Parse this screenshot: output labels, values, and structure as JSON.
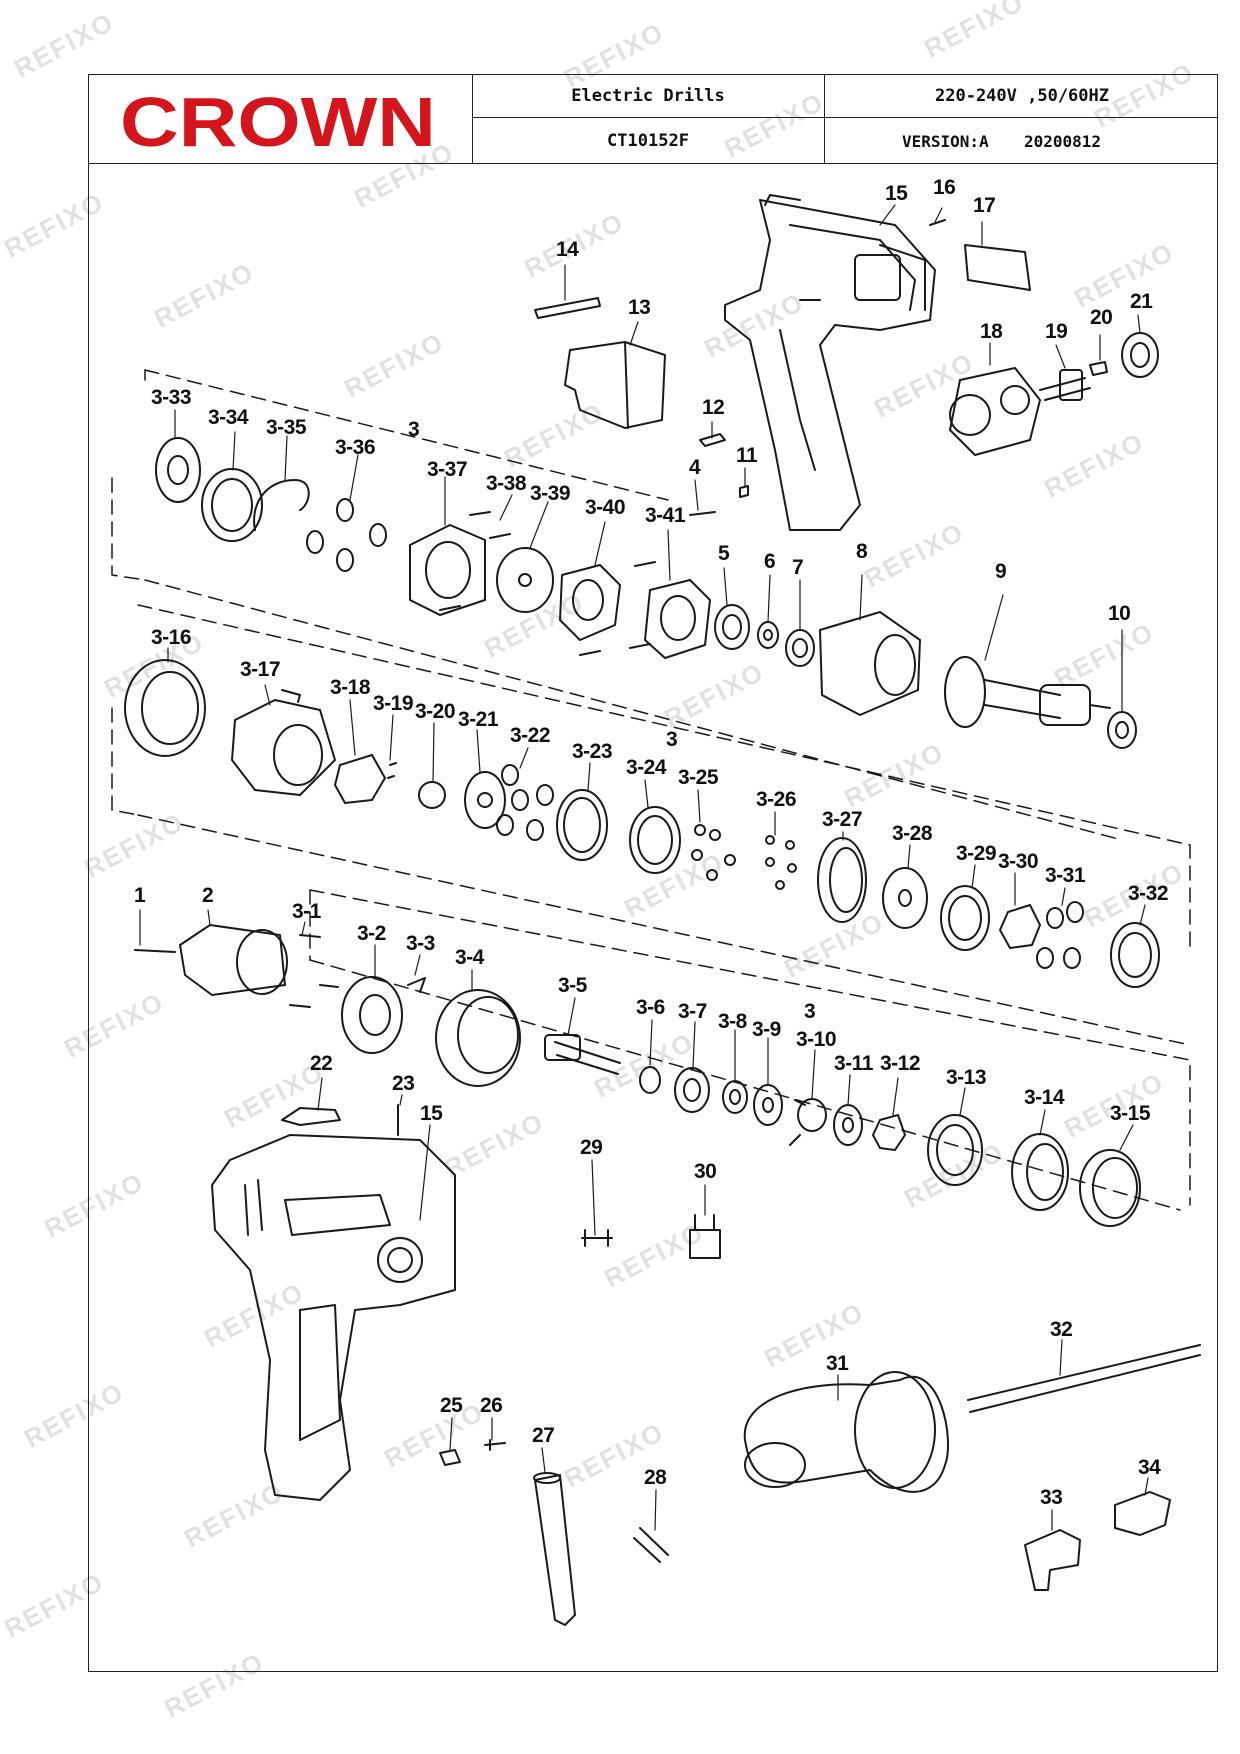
{
  "header": {
    "brand": "CROWN",
    "product": "Electric Drills",
    "model": "CT10152F",
    "voltage": "220-240V ,50/60HZ",
    "version": "VERSION:A",
    "date": "20200812",
    "brand_color": "#d4151c"
  },
  "watermark": "REFIXO",
  "parts": [
    {
      "id": "p14",
      "label": "14"
    },
    {
      "id": "p13",
      "label": "13"
    },
    {
      "id": "p15a",
      "label": "15"
    },
    {
      "id": "p16",
      "label": "16"
    },
    {
      "id": "p17",
      "label": "17"
    },
    {
      "id": "p18",
      "label": "18"
    },
    {
      "id": "p19",
      "label": "19"
    },
    {
      "id": "p20",
      "label": "20"
    },
    {
      "id": "p21",
      "label": "21"
    },
    {
      "id": "p12",
      "label": "12"
    },
    {
      "id": "p11",
      "label": "11"
    },
    {
      "id": "p4",
      "label": "4"
    },
    {
      "id": "p5",
      "label": "5"
    },
    {
      "id": "p6",
      "label": "6"
    },
    {
      "id": "p7",
      "label": "7"
    },
    {
      "id": "p8",
      "label": "8"
    },
    {
      "id": "p9",
      "label": "9"
    },
    {
      "id": "p10",
      "label": "10"
    },
    {
      "id": "p3a",
      "label": "3"
    },
    {
      "id": "p3-33",
      "label": "3-33"
    },
    {
      "id": "p3-34",
      "label": "3-34"
    },
    {
      "id": "p3-35",
      "label": "3-35"
    },
    {
      "id": "p3-36a",
      "label": "3-36"
    },
    {
      "id": "p3-37",
      "label": "3-37"
    },
    {
      "id": "p3-38",
      "label": "3-38"
    },
    {
      "id": "p3-39",
      "label": "3-39"
    },
    {
      "id": "p3-40",
      "label": "3-40"
    },
    {
      "id": "p3-41",
      "label": "3-41"
    },
    {
      "id": "p3b",
      "label": "3"
    },
    {
      "id": "p3-16",
      "label": "3-16"
    },
    {
      "id": "p3-17",
      "label": "3-17"
    },
    {
      "id": "p3-18",
      "label": "3-18"
    },
    {
      "id": "p3-19",
      "label": "3-19"
    },
    {
      "id": "p3-20",
      "label": "3-20"
    },
    {
      "id": "p3-21",
      "label": "3-21"
    },
    {
      "id": "p3-22",
      "label": "3-22"
    },
    {
      "id": "p3-23",
      "label": "3-23"
    },
    {
      "id": "p3-24",
      "label": "3-24"
    },
    {
      "id": "p3-25",
      "label": "3-25"
    },
    {
      "id": "p3-26",
      "label": "3-26"
    },
    {
      "id": "p3-27",
      "label": "3-27"
    },
    {
      "id": "p3-28",
      "label": "3-28"
    },
    {
      "id": "p3-29",
      "label": "3-29"
    },
    {
      "id": "p3-30",
      "label": "3-30"
    },
    {
      "id": "p3-31",
      "label": "3-31"
    },
    {
      "id": "p3-32",
      "label": "3-32"
    },
    {
      "id": "p1",
      "label": "1"
    },
    {
      "id": "p2",
      "label": "2"
    },
    {
      "id": "p3-1",
      "label": "3-1"
    },
    {
      "id": "p3-2",
      "label": "3-2"
    },
    {
      "id": "p3-3",
      "label": "3-3"
    },
    {
      "id": "p3-4",
      "label": "3-4"
    },
    {
      "id": "p3-5",
      "label": "3-5"
    },
    {
      "id": "p3-6",
      "label": "3-6"
    },
    {
      "id": "p3-7",
      "label": "3-7"
    },
    {
      "id": "p3-8",
      "label": "3-8"
    },
    {
      "id": "p3-9",
      "label": "3-9"
    },
    {
      "id": "p3c",
      "label": "3"
    },
    {
      "id": "p3-10",
      "label": "3-10"
    },
    {
      "id": "p3-11",
      "label": "3-11"
    },
    {
      "id": "p3-12",
      "label": "3-12"
    },
    {
      "id": "p3-13",
      "label": "3-13"
    },
    {
      "id": "p3-14",
      "label": "3-14"
    },
    {
      "id": "p3-15",
      "label": "3-15"
    },
    {
      "id": "p22",
      "label": "22"
    },
    {
      "id": "p23",
      "label": "23"
    },
    {
      "id": "p15b",
      "label": "15"
    },
    {
      "id": "p29",
      "label": "29"
    },
    {
      "id": "p30",
      "label": "30"
    },
    {
      "id": "p32",
      "label": "32"
    },
    {
      "id": "p31",
      "label": "31"
    },
    {
      "id": "p25",
      "label": "25"
    },
    {
      "id": "p26",
      "label": "26"
    },
    {
      "id": "p27",
      "label": "27"
    },
    {
      "id": "p28",
      "label": "28"
    },
    {
      "id": "p33",
      "label": "33"
    },
    {
      "id": "p34",
      "label": "34"
    }
  ]
}
